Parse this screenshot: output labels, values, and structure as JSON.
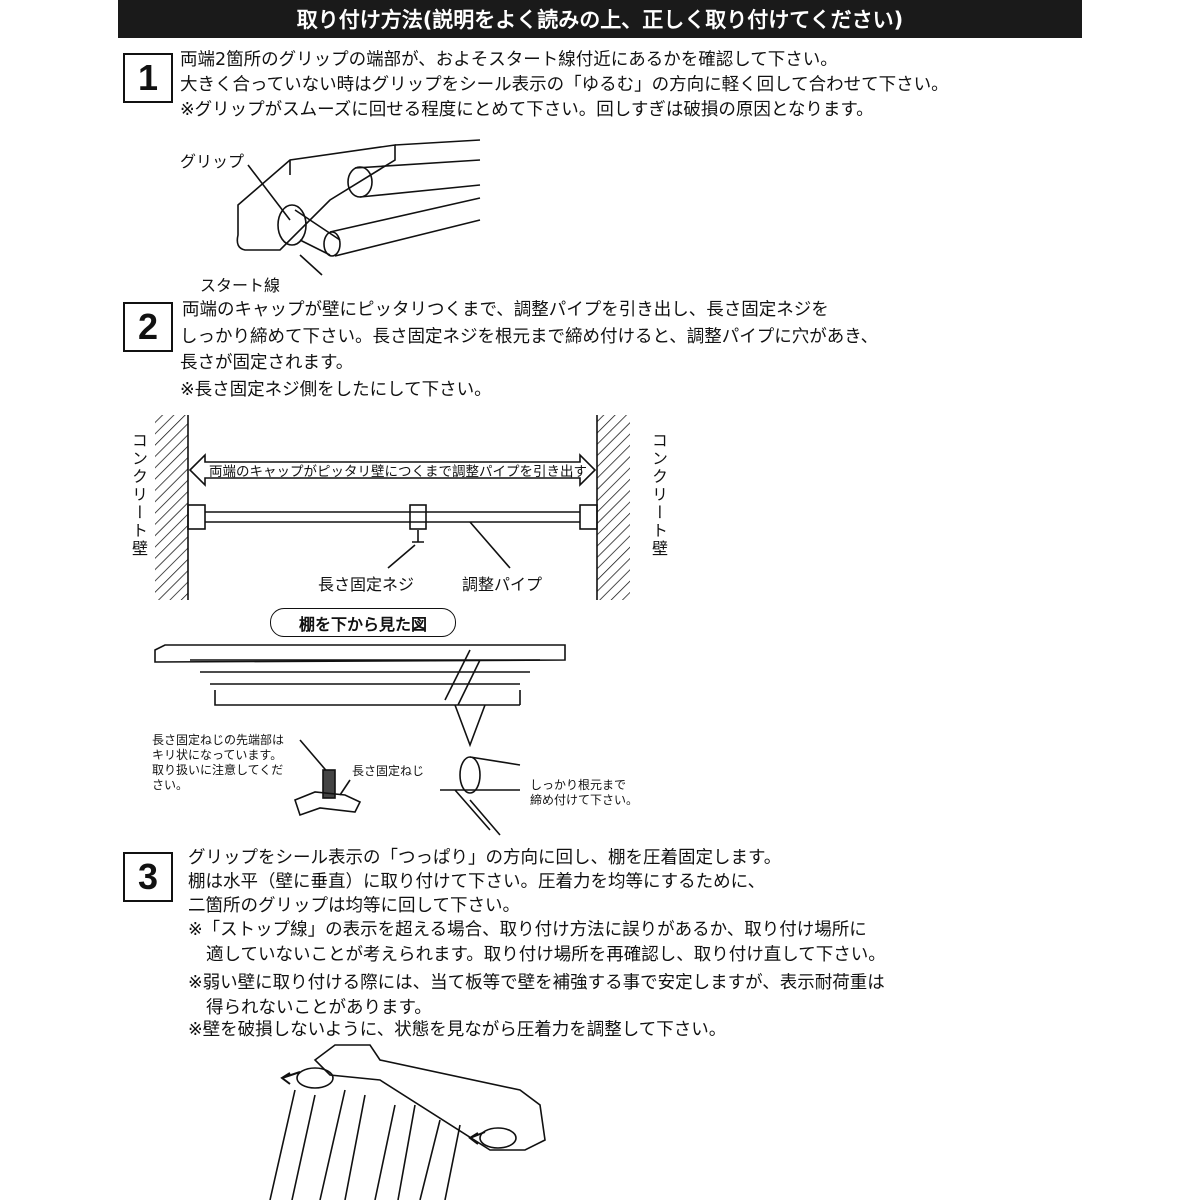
{
  "header": {
    "title": "取り付け方法(説明をよく読みの上、正しく取り付けてください)"
  },
  "step1": {
    "number": "1",
    "lines": [
      "両端2箇所のグリップの端部が、およそスタート線付近にあるかを確認して下さい。",
      "大きく合っていない時はグリップをシール表示の「ゆるむ」の方向に軽く回して合わせて下さい。",
      "※グリップがスムーズに回せる程度にとめて下さい。回しすぎは破損の原因となります。"
    ],
    "label_grip": "グリップ",
    "label_start": "スタート線"
  },
  "step2": {
    "number": "2",
    "lines": [
      "両端のキャップが壁にピッタリつくまで、調整パイプを引き出し、長さ固定ネジを",
      "しっかり締めて下さい。長さ固定ネジを根元まで締め付けると、調整パイプに穴があき、",
      "長さが固定されます。",
      "※長さ固定ネジ側をしたにして下さい。"
    ],
    "wall_left": "コンクリート壁",
    "wall_right": "コンクリート壁",
    "arrow_text": "両端のキャップがピッタリ壁につくまで調整パイプを引き出す",
    "label_screw": "長さ固定ネジ",
    "label_pipe": "調整パイプ",
    "view_title": "棚を下から見た図",
    "note_tip": [
      "長さ固定ねじの先端部は",
      "キリ状になっています。",
      "取り扱いに注意してくだ",
      "さい。"
    ],
    "label_screw_small": "長さ固定ねじ",
    "note_tighten": [
      "しっかり根元まで",
      "締め付けて下さい。"
    ]
  },
  "step3": {
    "number": "3",
    "lines": [
      "グリップをシール表示の「つっぱり」の方向に回し、棚を圧着固定します。",
      "棚は水平（壁に垂直）に取り付けて下さい。圧着力を均等にするために、",
      "二箇所のグリップは均等に回して下さい。",
      "※「ストップ線」の表示を超える場合、取り付け方法に誤りがあるか、取り付け場所に",
      "適していないことが考えられます。取り付け場所を再確認し、取り付け直して下さい。",
      "※弱い壁に取り付ける際には、当て板等で壁を補強する事で安定しますが、表示耐荷重は",
      "得られないことがあります。",
      "※壁を破損しないように、状態を見ながら圧着力を調整して下さい。"
    ]
  }
}
